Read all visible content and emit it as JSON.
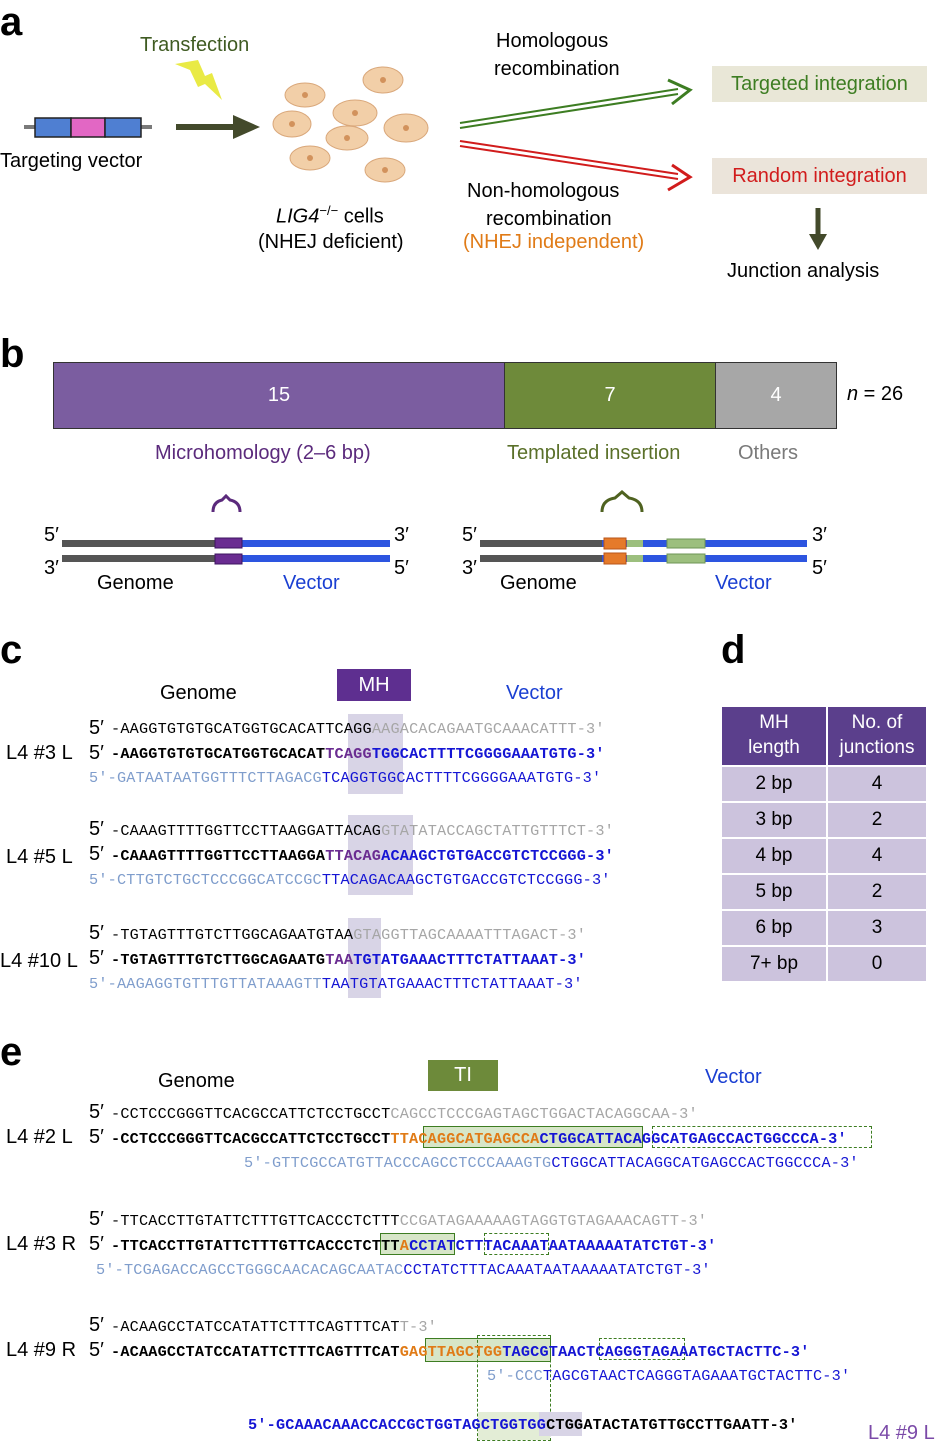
{
  "panel_a": {
    "label": "a",
    "transfection": "Transfection",
    "targeting_vector": "Targeting vector",
    "cells_name": "LIG4",
    "cells_sup": "−/−",
    "cells_suffix": " cells",
    "nhej_deficient": "(NHEJ deficient)",
    "homologous_1": "Homologous",
    "homologous_2": "recombination",
    "nonhomologous_1": "Non-homologous",
    "nonhomologous_2": "recombination",
    "nhej_independent": "(NHEJ independent)",
    "targeted_integration": "Targeted integration",
    "random_integration": "Random integration",
    "junction_analysis": "Junction analysis"
  },
  "panel_b": {
    "label": "b",
    "bar_values": [
      "15",
      "7",
      "4"
    ],
    "n_label_n": "n",
    "n_label_rest": " = 26",
    "cat_microhomology": "Microhomology (2–6 bp)",
    "cat_templated": "Templated insertion",
    "cat_others": "Others",
    "five_prime": "5′",
    "three_prime": "3′",
    "genome": "Genome",
    "vector": "Vector"
  },
  "panel_c": {
    "label": "c",
    "genome": "Genome",
    "mh": "MH",
    "vector": "Vector",
    "five": "5′",
    "rows": [
      {
        "name": "L4 #3 L",
        "l1a": "-AAGGTGTGTGCATGGTGCACAT",
        "l1b": "TCAGG",
        "l1c": "AAGACACAGAATGCAAACATTT-3′",
        "l2a": "-AAGGTGTGTGCATGGTGCACAT",
        "l2b": "TCAGG",
        "l2c": "TGGCACTTTTCGGGGAAATGTG-3′",
        "l3a": "5′-GATAATAATGGTTTCTTAGACG",
        "l3b": "TCAGG",
        "l3c": "TGGCACTTTTCGGGGAAATGTG-3′"
      },
      {
        "name": "L4 #5 L",
        "l1a": "-CAAAGTTTTGGTTCCTTAAGGA",
        "l1b": "TTACAG",
        "l1c": "GTATATACCAGCTATTGTTTCT-3′",
        "l2a": "-CAAAGTTTTGGTTCCTTAAGGA",
        "l2b": "TTACAG",
        "l2c": "ACAAGCTGTGACCGTCTCCGGG-3′",
        "l3a": "5′-CTTGTCTGCTCCCGGCATCCGC",
        "l3b": "TTACAG",
        "l3c": "ACAAGCTGTGACCGTCTCCGGG-3′"
      },
      {
        "name": "L4 #10 L",
        "l1a": "-TGTAGTTTGTCTTGGCAGAATG",
        "l1b": "TAA",
        "l1c": "GTAGGTTAGCAAAATTTAGACT-3′",
        "l2a": "-TGTAGTTTGTCTTGGCAGAATG",
        "l2b": "TAA",
        "l2c": "TGTATGAAACTTTCTATTAAAT-3′",
        "l3a": "5′-AAGAGGTGTTTGTTATAAAGTT",
        "l3b": "TAA",
        "l3c": "TGTATGAAACTTTCTATTAAAT-3′"
      }
    ]
  },
  "panel_d": {
    "label": "d",
    "header_1a": "MH",
    "header_1b": "length",
    "header_2a": "No. of",
    "header_2b": "junctions",
    "rows": [
      {
        "length": "2 bp",
        "count": "4"
      },
      {
        "length": "3 bp",
        "count": "2"
      },
      {
        "length": "4 bp",
        "count": "4"
      },
      {
        "length": "5 bp",
        "count": "2"
      },
      {
        "length": "6 bp",
        "count": "3"
      },
      {
        "length": "7+ bp",
        "count": "0"
      }
    ]
  },
  "panel_e": {
    "label": "e",
    "genome": "Genome",
    "ti": "TI",
    "vector": "Vector",
    "five": "5′",
    "r1": {
      "name": "L4 #2 L",
      "l1a": "-CCTCCCGGGTTCACGCCATTCTCCTGCCT",
      "l1b": "CAGCCTCCCGAGTAGCTGGACTACAGGCAA-3′",
      "l2a": "-CCTCCCGGGTTCACGCCATTCTCCTGCCT",
      "l2b": "TTACAGGCATGAGCCA",
      "l2c": "CTGGCATTACAGGCATGAGCCACTGGCCCA-3′",
      "l3a": "5′-GTTCGCCATGTTACCCAGCCTCCCAAAGTG",
      "l3b": "CTGGCATTACAGGCATGAGCCACTGGCCCA-3′"
    },
    "r2": {
      "name": "L4 #3 R",
      "l1a": "-TTCACCTTGTATTCTTTGTTCACCCTCTTT",
      "l1b": "CCGATAGAAAAAGTAGGTGTAGAAACAGTT-3′",
      "l2a": "-TTCACCTTGTATTCTTTGTTCACCC",
      "l2b": "TCTTT",
      "l2c": "A",
      "l2d": "CCTATCTTTACAAATAATAAAAATATCTGT-3′",
      "l3a": "5′-TCGAGACCAGCCTGGGCAACACAGCAATAC",
      "l3b": "CCTATCTTTACAAATAATAAAAATATCTGT-3′"
    },
    "r3": {
      "name": "L4 #9 R",
      "l1a": "-ACAAGCCTATCCATATTCTTTCAGTTTCAT",
      "l1b": "T-3′",
      "l2a": "-ACAAGCCTATCCATATTCTTTCAGTTTCAT",
      "l2b": "GAGTTAGCTGG",
      "l2c": "TAGCGTAACTCAGGGTAGAAATGCTACTTC-3′",
      "l3a": "5′-CCC",
      "l3b": "TAGCGTAACTCAGGGTAGAAATGCTACTTC-3′",
      "l4a": "5′-GCAAACAAACCACCGCTGGTAGCTGGTGG",
      "l4b": "CTGGATACTATGTTGCCTTGAATT-3′",
      "l4name": "L4 #9 L"
    }
  }
}
